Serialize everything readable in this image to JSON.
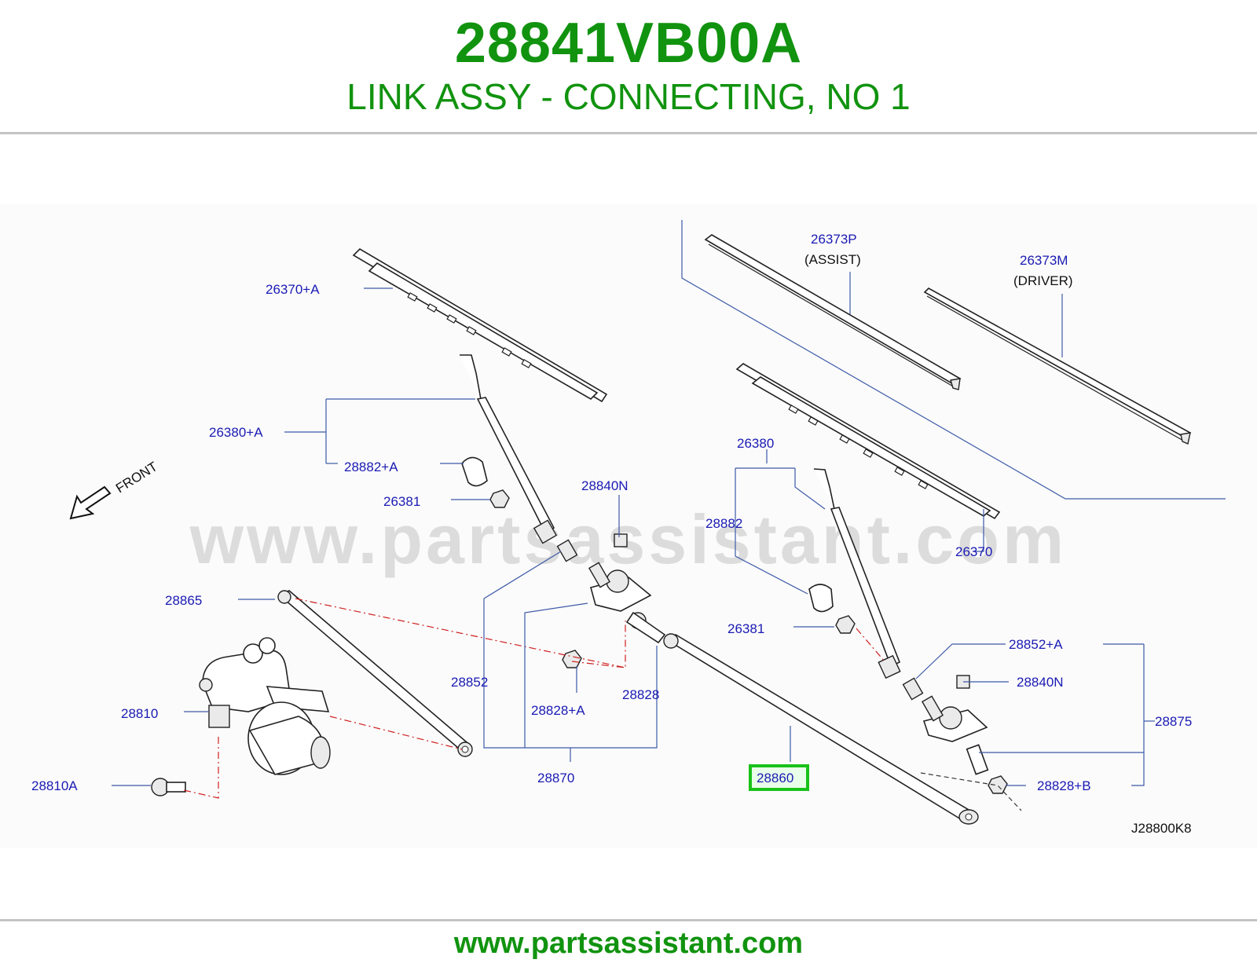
{
  "header": {
    "part_number": "28841VB00A",
    "part_description": "LINK ASSY - CONNECTING, NO 1"
  },
  "diagram": {
    "watermark": "www.partsassistant.com",
    "reference_code": "J28800K8",
    "front_label": "FRONT",
    "highlight_color": "#19c219",
    "labels": {
      "l_26373P": "26373P",
      "l_assist": "(ASSIST)",
      "l_26373M": "26373M",
      "l_driver": "(DRIVER)",
      "l_26370A": "26370+A",
      "l_26380A": "26380+A",
      "l_28882A": "28882+A",
      "l_26381_left": "26381",
      "l_28840N_top": "28840N",
      "l_26380": "26380",
      "l_28882": "28882",
      "l_26370": "26370",
      "l_28865": "28865",
      "l_26381_right": "26381",
      "l_28852A": "28852+A",
      "l_28840N_right": "28840N",
      "l_28810": "28810",
      "l_28852": "28852",
      "l_28828A": "28828+A",
      "l_28828": "28828",
      "l_28875": "28875",
      "l_28870": "28870",
      "l_28860": "28860",
      "l_28828B": "28828+B",
      "l_28810A": "28810A"
    }
  },
  "footer": {
    "url": "www.partsassistant.com"
  }
}
